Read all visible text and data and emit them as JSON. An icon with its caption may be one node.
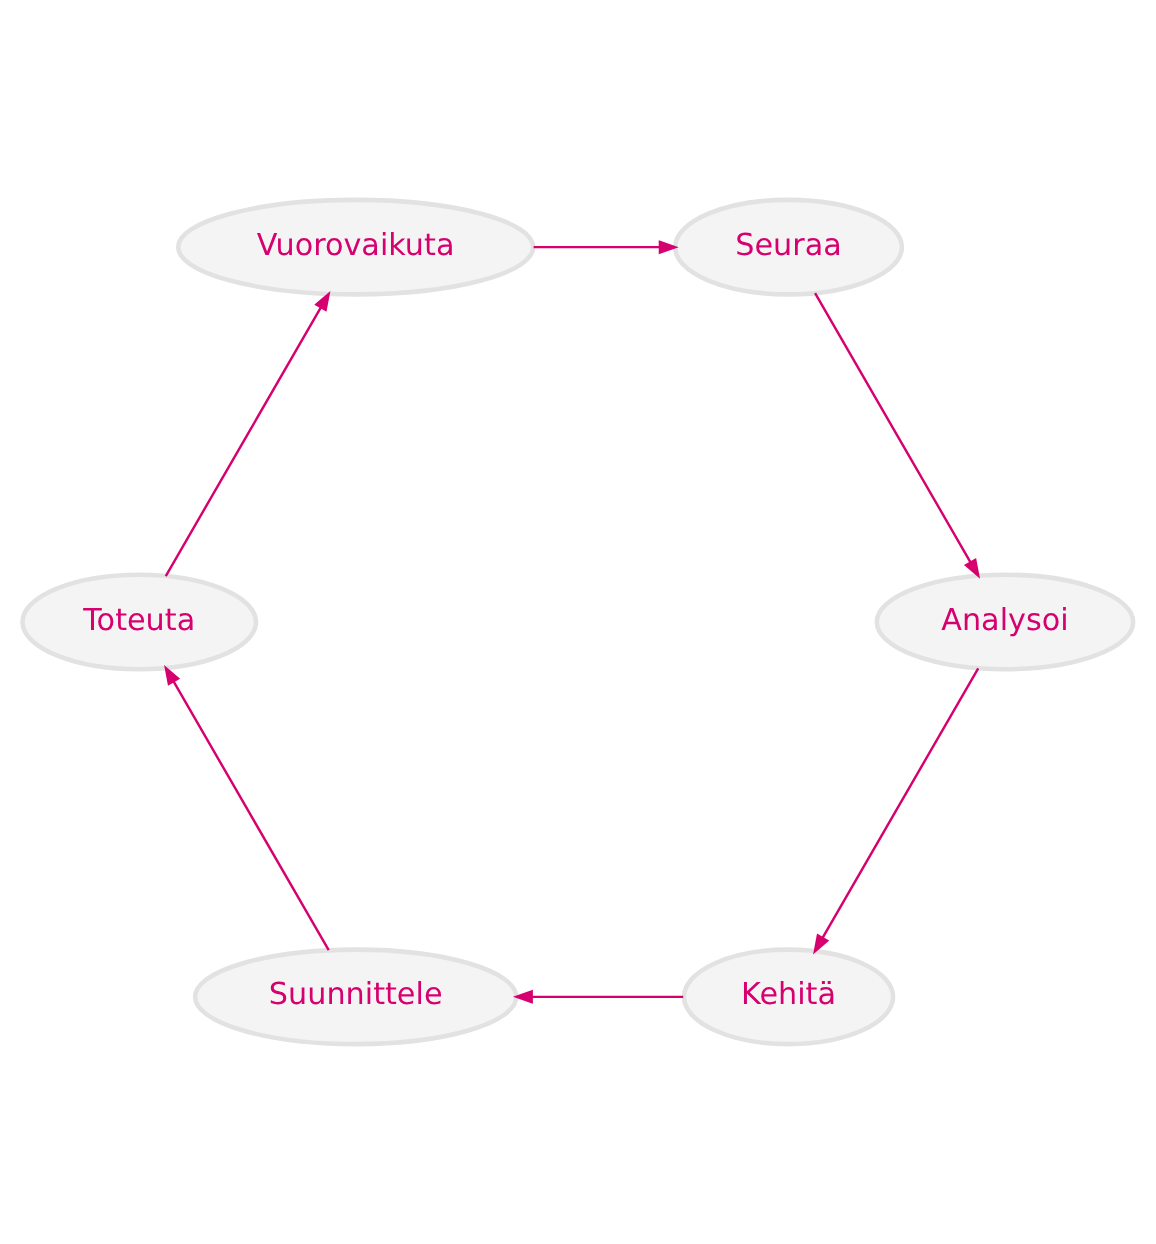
{
  "diagram": {
    "nodes": [
      {
        "text": [
          "Kehitä"
        ]
      },
      {
        "text": [
          "Suunnittele"
        ]
      },
      {
        "text": [
          "Analysoi"
        ]
      },
      {
        "text": [
          "Toteuta"
        ]
      },
      {
        "text": [
          "Seuraa"
        ]
      },
      {
        "text": [
          "Vuorovaikuta"
        ]
      }
    ],
    "edges": [
      {
        "from": 0,
        "to": 1,
        "arrow": "to"
      },
      {
        "from": 1,
        "to": 3,
        "arrow": "to"
      },
      {
        "from": 3,
        "to": 5,
        "arrow": "to"
      },
      {
        "from": 5,
        "to": 4,
        "arrow": "to"
      },
      {
        "from": 4,
        "to": 2,
        "arrow": "to"
      },
      {
        "from": 2,
        "to": 0,
        "arrow": "to"
      }
    ]
  }
}
